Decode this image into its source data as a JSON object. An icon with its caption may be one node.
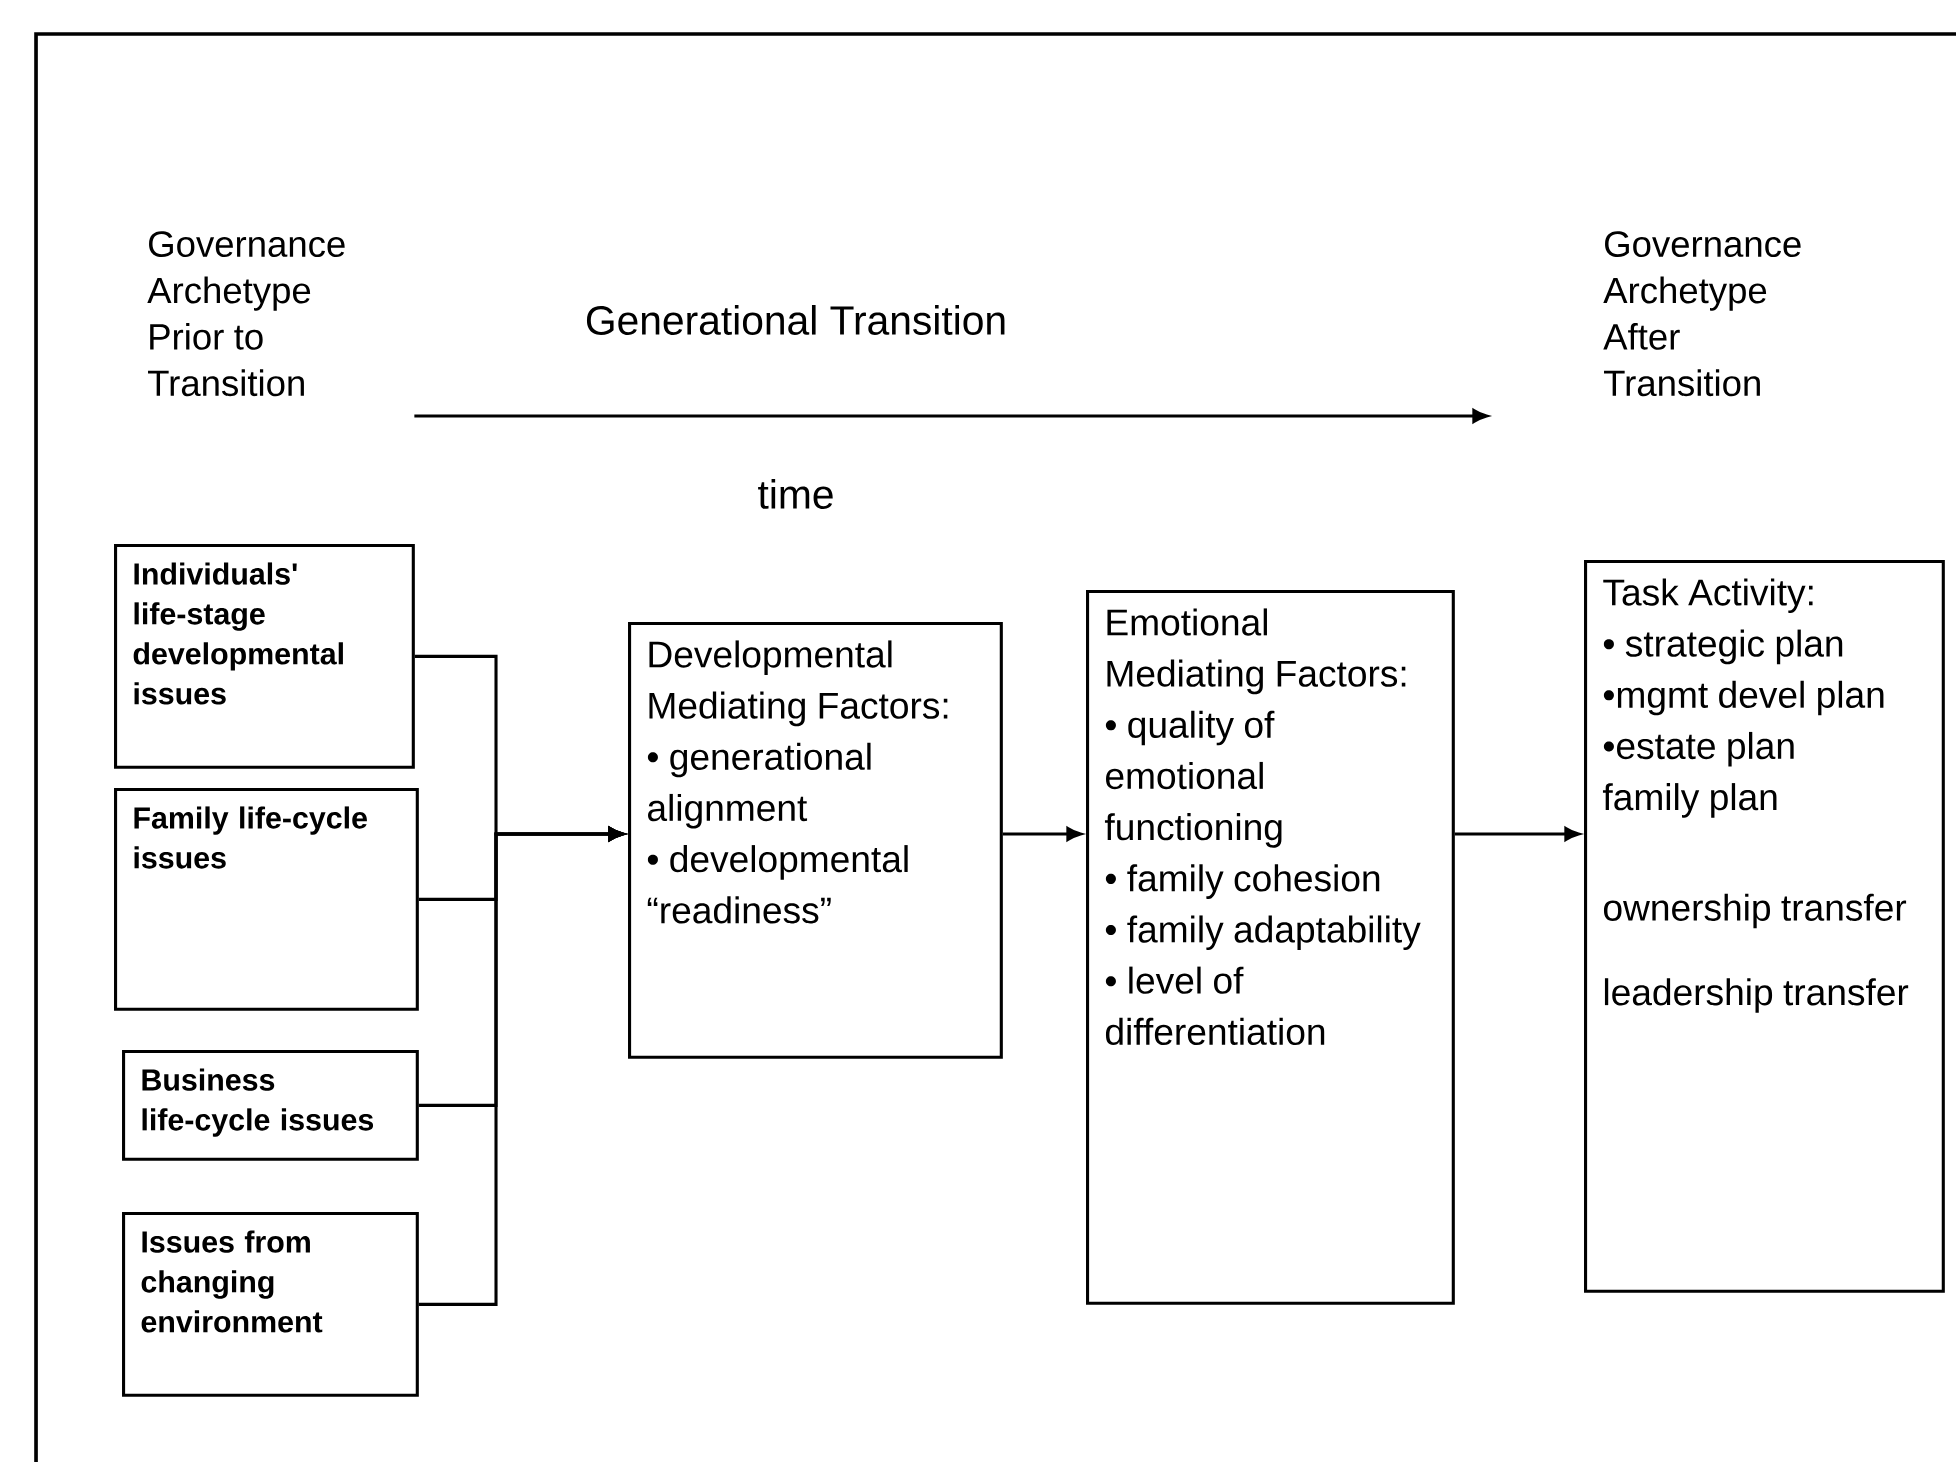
{
  "diagram": {
    "nodes": [
      {
        "text": [
          "Governance Archetype Prior to Transition"
        ]
      },
      {
        "text": [
          "Governance Archetype After Transition"
        ]
      },
      {
        "text": [
          "Individuals' life-stage developmental issues"
        ]
      },
      {
        "text": [
          "Family life-cycle issues"
        ]
      },
      {
        "text": [
          "Business life-cycle issues"
        ]
      },
      {
        "text": [
          "Issues from changing environment"
        ]
      },
      {
        "text": [
          "Developmental Mediating Factors:",
          "• generational alignment",
          "• developmental “readiness”"
        ]
      },
      {
        "text": [
          "Emotional Mediating Factors:",
          "• quality of emotional functioning",
          "• family cohesion",
          "• family adaptability",
          "• level of differentiation"
        ]
      },
      {
        "text": [
          "Task Activity:",
          "• strategic plan",
          "•mgmt devel plan",
          "•estate plan",
          "family plan",
          "ownership transfer",
          "leadership transfer"
        ]
      }
    ],
    "edges": [
      {
        "from": 0,
        "to": 1,
        "arrow": "to",
        "label": "Generational Transition"
      },
      {
        "from": 2,
        "to": 6,
        "arrow": "to"
      },
      {
        "from": 3,
        "to": 6,
        "arrow": "to"
      },
      {
        "from": 4,
        "to": 6,
        "arrow": "to"
      },
      {
        "from": 5,
        "to": 6,
        "arrow": "to"
      },
      {
        "from": 6,
        "to": 7,
        "arrow": "to"
      },
      {
        "from": 7,
        "to": 8,
        "arrow": "to"
      }
    ],
    "labels": [
      "time"
    ]
  }
}
